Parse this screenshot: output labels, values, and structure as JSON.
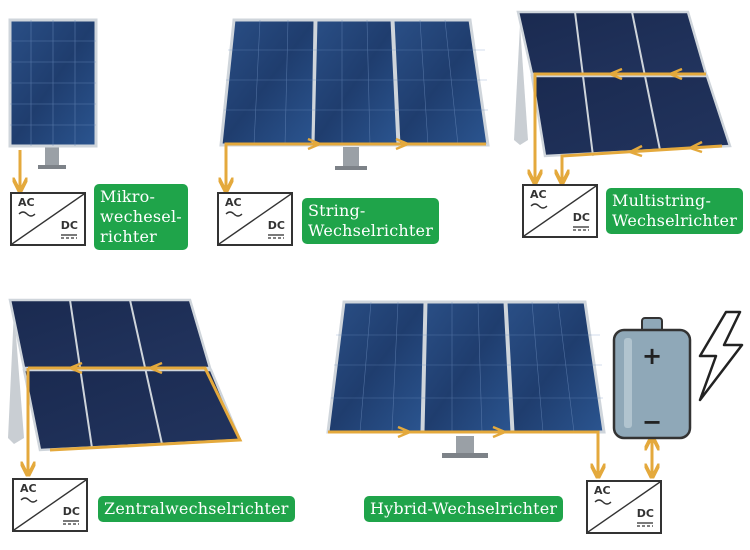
{
  "inverter": {
    "ac": "AC",
    "dc": "DC"
  },
  "labels": {
    "micro": [
      "Mikro-",
      "wechesel-",
      "richter"
    ],
    "string": [
      "String-",
      "Wechselrichter"
    ],
    "multistring": [
      "Multistring-",
      "Wechselrichter"
    ],
    "central": [
      "Zentralwechselrichter"
    ],
    "hybrid": [
      "Hybrid-Wechselrichter"
    ]
  },
  "battery": {
    "plus": "+",
    "minus": "−"
  },
  "colors": {
    "label_bg": "#1fa44a",
    "cable": "#e4a93c",
    "panel": "#1e3a6b",
    "panel_dark": "#16254a",
    "battery": "#8fa8b8"
  }
}
